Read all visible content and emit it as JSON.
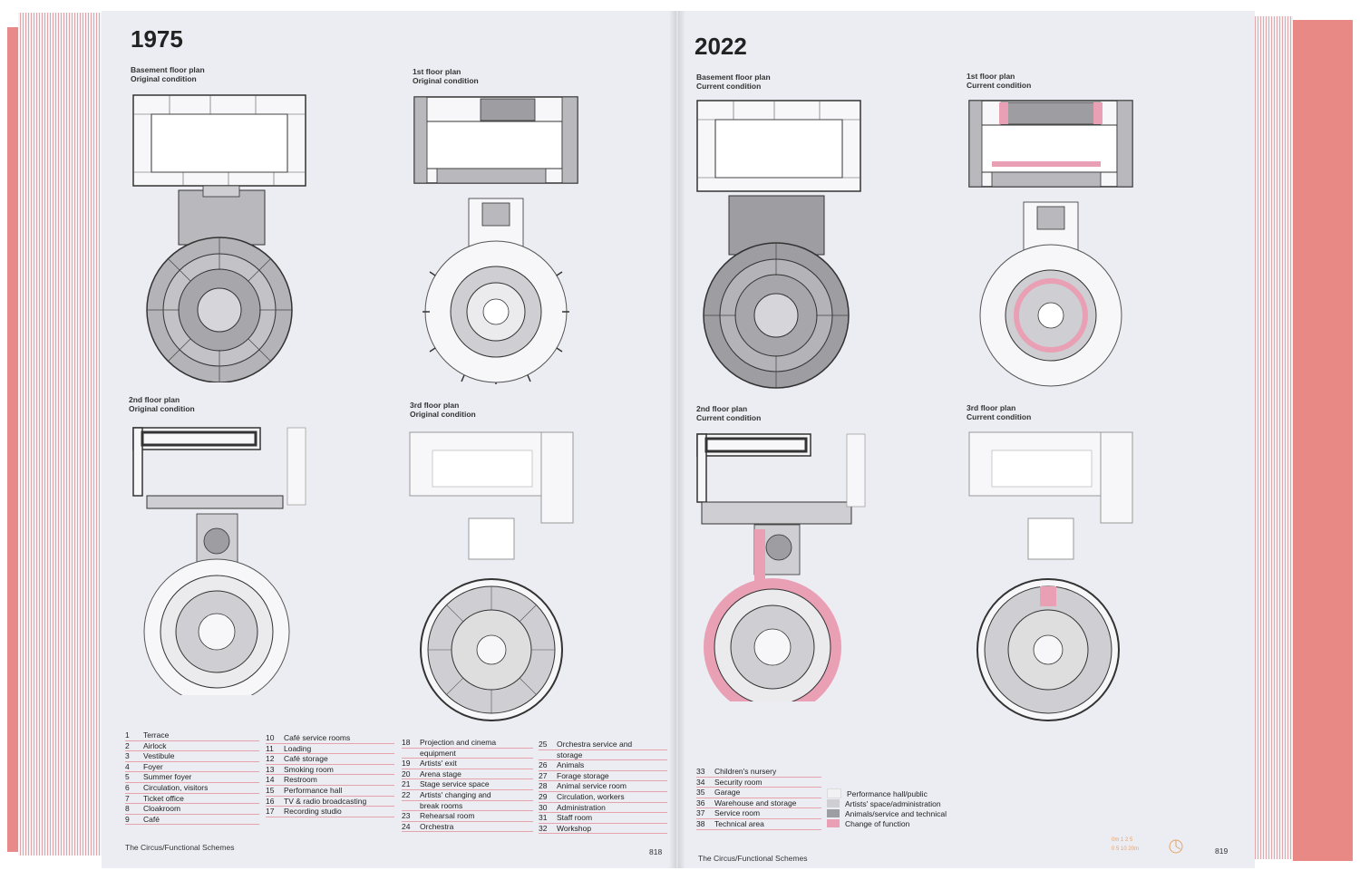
{
  "spread": {
    "left": {
      "year": "1975",
      "footer": "The Circus/Functional Schemes",
      "page_number": "818",
      "plans": [
        {
          "label_line1": "Basement floor plan",
          "label_line2": "Original condition"
        },
        {
          "label_line1": "1st floor plan",
          "label_line2": "Original condition"
        },
        {
          "label_line1": "2nd floor plan",
          "label_line2": "Original condition"
        },
        {
          "label_line1": "3rd floor plan",
          "label_line2": "Original condition"
        }
      ]
    },
    "right": {
      "year": "2022",
      "footer": "The Circus/Functional Schemes",
      "page_number": "819",
      "scale_top": "0m  1  2  5",
      "scale_bottom": "0  5  10   20m",
      "plans": [
        {
          "label_line1": "Basement floor plan",
          "label_line2": "Current condition"
        },
        {
          "label_line1": "1st floor plan",
          "label_line2": "Current condition"
        },
        {
          "label_line1": "2nd floor plan",
          "label_line2": "Current condition"
        },
        {
          "label_line1": "3rd floor plan",
          "label_line2": "Current condition"
        }
      ]
    }
  },
  "legend": {
    "col1": [
      {
        "n": "1",
        "t": "Terrace"
      },
      {
        "n": "2",
        "t": "Airlock"
      },
      {
        "n": "3",
        "t": "Vestibule"
      },
      {
        "n": "4",
        "t": "Foyer"
      },
      {
        "n": "5",
        "t": "Summer foyer"
      },
      {
        "n": "6",
        "t": "Circulation, visitors"
      },
      {
        "n": "7",
        "t": "Ticket office"
      },
      {
        "n": "8",
        "t": "Cloakroom"
      },
      {
        "n": "9",
        "t": "Café"
      }
    ],
    "col2": [
      {
        "n": "10",
        "t": "Café service rooms"
      },
      {
        "n": "11",
        "t": "Loading"
      },
      {
        "n": "12",
        "t": "Café storage"
      },
      {
        "n": "13",
        "t": "Smoking room"
      },
      {
        "n": "14",
        "t": "Restroom"
      },
      {
        "n": "15",
        "t": "Performance hall"
      },
      {
        "n": "16",
        "t": "TV & radio broadcasting"
      },
      {
        "n": "17",
        "t": "Recording studio"
      }
    ],
    "col3": [
      {
        "n": "18",
        "t": "Projection and cinema"
      },
      {
        "n": "",
        "t": "equipment"
      },
      {
        "n": "19",
        "t": "Artists' exit"
      },
      {
        "n": "20",
        "t": "Arena stage"
      },
      {
        "n": "21",
        "t": "Stage service space"
      },
      {
        "n": "22",
        "t": "Artists' changing and"
      },
      {
        "n": "",
        "t": "break rooms"
      },
      {
        "n": "23",
        "t": "Rehearsal room"
      },
      {
        "n": "24",
        "t": "Orchestra"
      }
    ],
    "col4": [
      {
        "n": "25",
        "t": "Orchestra service and"
      },
      {
        "n": "",
        "t": "storage"
      },
      {
        "n": "26",
        "t": "Animals"
      },
      {
        "n": "27",
        "t": "Forage storage"
      },
      {
        "n": "28",
        "t": "Animal service room"
      },
      {
        "n": "29",
        "t": "Circulation, workers"
      },
      {
        "n": "30",
        "t": "Administration"
      },
      {
        "n": "31",
        "t": "Staff room"
      },
      {
        "n": "32",
        "t": "Workshop"
      }
    ],
    "col5": [
      {
        "n": "33",
        "t": "Children's nursery"
      },
      {
        "n": "34",
        "t": "Security room"
      },
      {
        "n": "35",
        "t": "Garage"
      },
      {
        "n": "36",
        "t": "Warehouse and storage"
      },
      {
        "n": "37",
        "t": "Service room"
      },
      {
        "n": "38",
        "t": "Technical area"
      }
    ]
  },
  "key": [
    {
      "label": "Performance hall/public",
      "color": "#f1f1f4"
    },
    {
      "label": "Artists' space/administration",
      "color": "#cfcfd3"
    },
    {
      "label": "Animals/service and technical",
      "color": "#9d9da2"
    },
    {
      "label": "Change of function",
      "color": "#e9a0b4"
    }
  ],
  "colors": {
    "page": "#ecedf3",
    "line": "#333333",
    "pink": "#e9a0b4",
    "grey": "#b9b9bd",
    "dark_grey": "#8e8e93"
  }
}
